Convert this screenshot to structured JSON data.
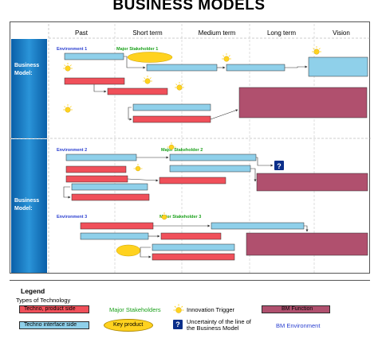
{
  "title": "BUSINESS MODELS",
  "phases": [
    "Past",
    "Short term",
    "Medium term",
    "Long term",
    "Vision"
  ],
  "sections": [
    {
      "label": "Business Model:"
    },
    {
      "label": "Business Model:"
    }
  ],
  "environments": [
    "Environment 1",
    "Environment 2",
    "Environment 3"
  ],
  "stakeholders": [
    "Major Stakeholder 1",
    "Major Stakeholder 2",
    "Major Stakeholder 3"
  ],
  "question_mark": "?",
  "legend": {
    "title": "Legend",
    "subtitle": "Types of Technology",
    "techno_product": "Techno, product side",
    "techno_interface": "Techno interface side",
    "major_stakeholders": "Major Stakeholders",
    "key_product": "Key product",
    "innovation_trigger": "Innovation Trigger",
    "uncertainty": "Uncertainty of the line of the Business Model",
    "bm_function": "BM Function",
    "bm_environment": "BM Environment"
  },
  "colors": {
    "red": "#f0505a",
    "blue": "#8fd0ea",
    "yellow": "#ffd21f",
    "maroon": "#b0506e",
    "band": "#1c82c6",
    "green": "#1aa01a",
    "env_blue": "#2a3fd0"
  }
}
